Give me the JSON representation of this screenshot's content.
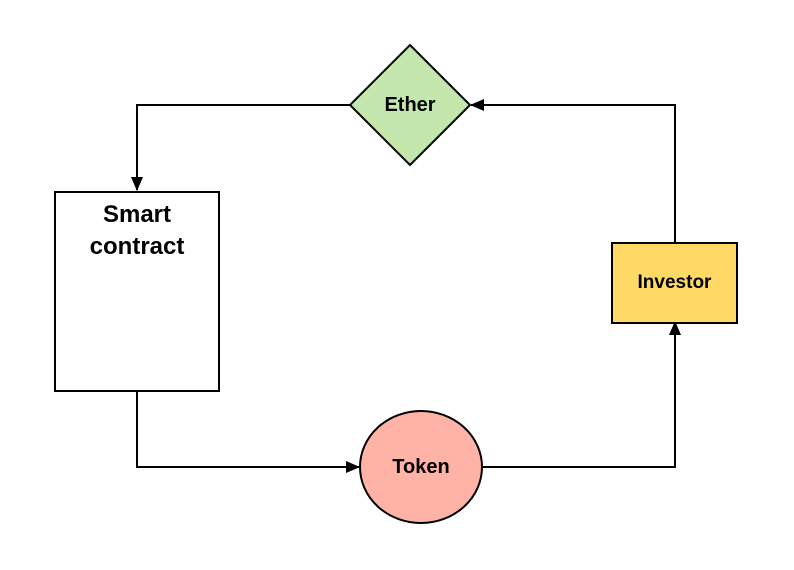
{
  "diagram": {
    "background": "#ffffff",
    "line_color": "#000000",
    "nodes": {
      "ether": {
        "label": "Ether",
        "shape": "diamond",
        "fill": "#c4e7ad"
      },
      "smart_contract": {
        "label": "Smart contract",
        "shape": "rectangle",
        "fill": "#ffffff"
      },
      "investor": {
        "label": "Investor",
        "shape": "rectangle",
        "fill": "#ffd966"
      },
      "token": {
        "label": "Token",
        "shape": "circle",
        "fill": "#ffb3a7"
      }
    },
    "edges": [
      {
        "from": "investor",
        "to": "ether"
      },
      {
        "from": "ether",
        "to": "smart_contract"
      },
      {
        "from": "smart_contract",
        "to": "token"
      },
      {
        "from": "token",
        "to": "investor"
      }
    ]
  }
}
